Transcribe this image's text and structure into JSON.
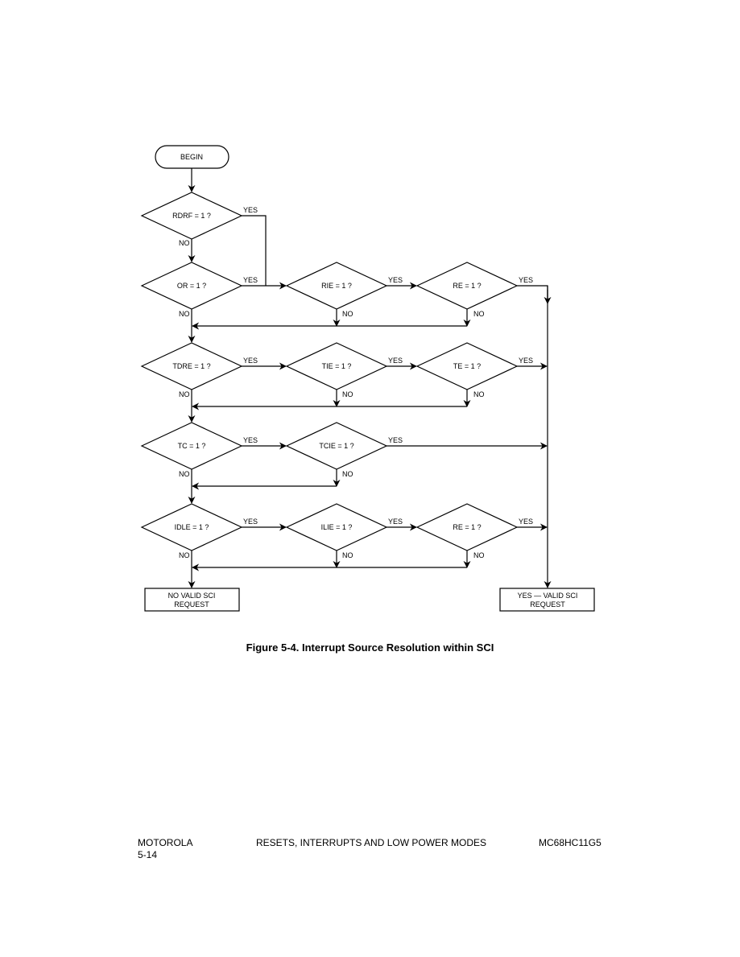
{
  "diagram": {
    "begin": "BEGIN",
    "decisions": {
      "rdrf": "RDRF = 1 ?",
      "or": "OR = 1 ?",
      "rie": "RIE = 1 ?",
      "re_a": "RE = 1 ?",
      "tdre": "TDRE = 1 ?",
      "tie": "TIE = 1 ?",
      "te": "TE = 1 ?",
      "tc": "TC = 1 ?",
      "tcie": "TCIE = 1 ?",
      "idle": "IDLE = 1 ?",
      "ilie": "ILIE = 1 ?",
      "re_b": "RE = 1 ?"
    },
    "yes": "YES",
    "no": "NO",
    "end_no": [
      "NO VALID SCI",
      "REQUEST"
    ],
    "end_yes": [
      "YES — VALID SCI",
      "REQUEST"
    ]
  },
  "caption": "Figure 5-4. Interrupt Source Resolution within SCI",
  "footer": {
    "left": "MOTOROLA",
    "page": "5-14",
    "center": "RESETS, INTERRUPTS AND LOW POWER MODES",
    "right": "MC68HC11G5"
  }
}
